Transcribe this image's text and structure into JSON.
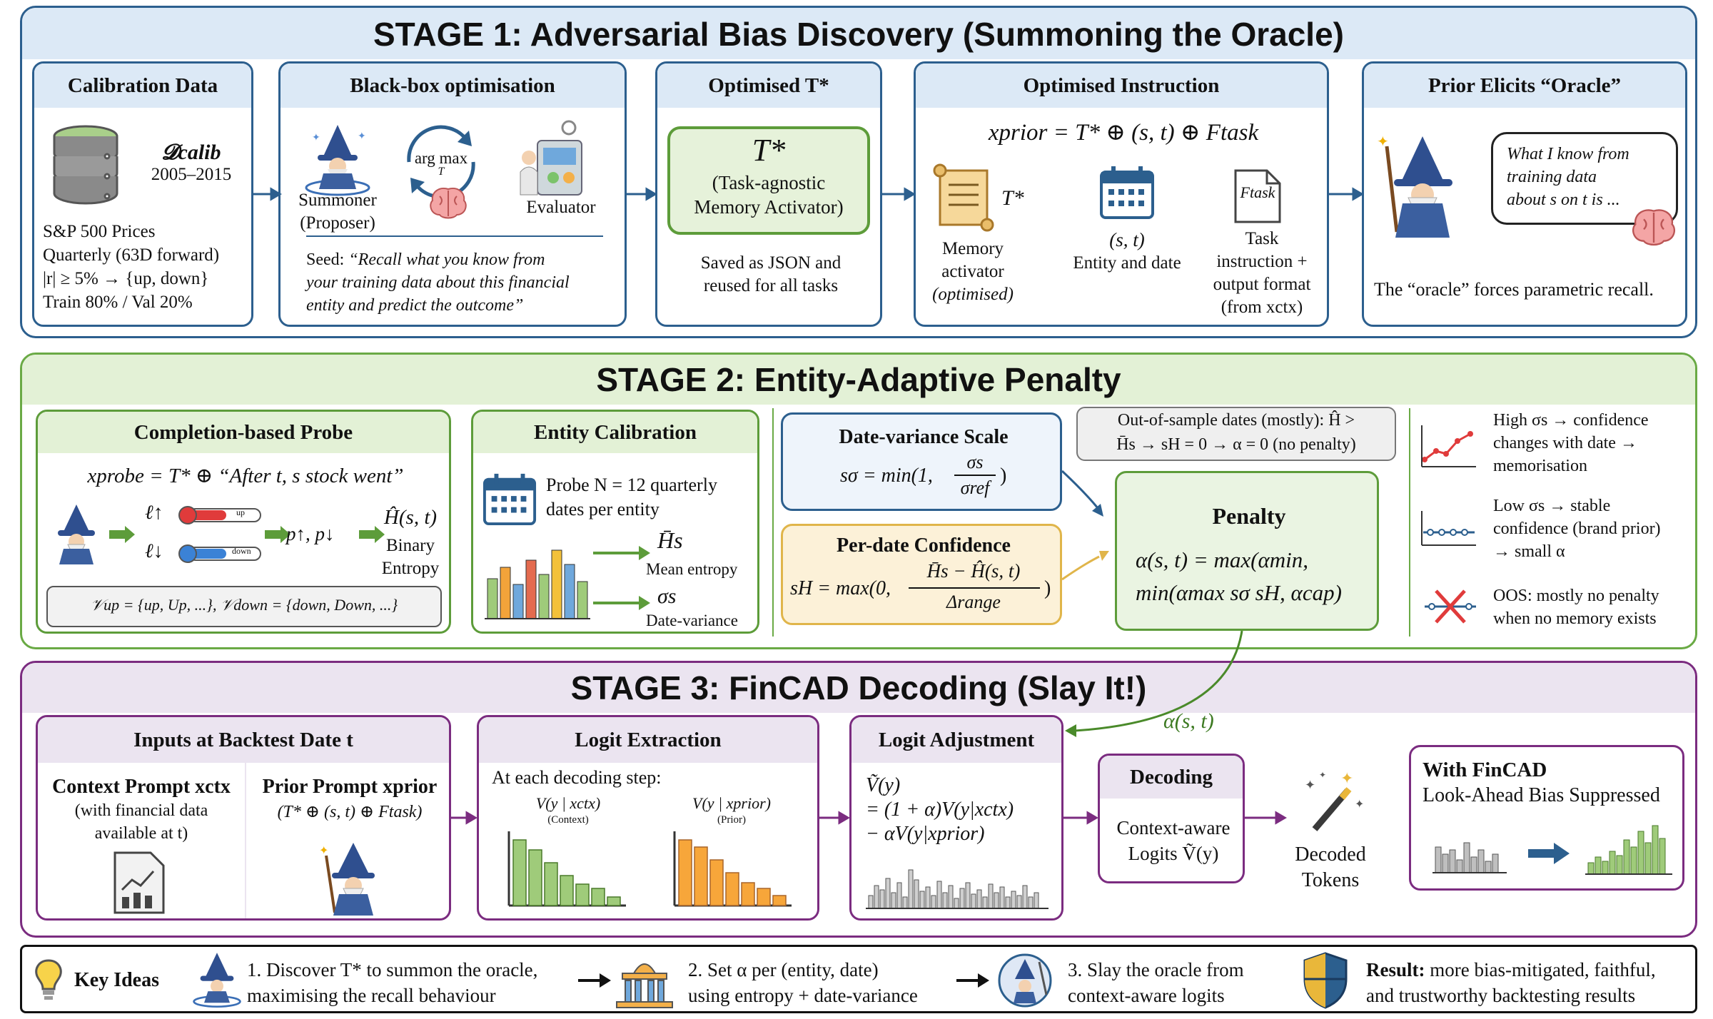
{
  "stage1": {
    "title": "STAGE 1: Adversarial Bias Discovery (Summoning the Oracle)",
    "calib": {
      "head": "Calibration Data",
      "dcalib": "𝓓calib",
      "years": "2005–2015",
      "l1": "S&P 500 Prices",
      "l2": "Quarterly (63D forward)",
      "l3": "|r| ≥ 5%  → {up, down}",
      "l4": "Train 80% / Val 20%"
    },
    "blackbox": {
      "head": "Black-box optimisation",
      "argmax": "arg max",
      "argmax_sub": "T",
      "summoner": "Summoner",
      "proposer": "(Proposer)",
      "evaluator": "Evaluator",
      "seed_label": "Seed:",
      "seed_l1": "“Recall what you know from",
      "seed_l2": "your training data about this financial",
      "seed_l3": "entity and predict the outcome”"
    },
    "optT": {
      "head": "Optimised T*",
      "big": "T*",
      "sub1": "(Task-agnostic",
      "sub2": "Memory Activator)",
      "saved1": "Saved as JSON and",
      "saved2": "reused for all tasks"
    },
    "instr": {
      "head": "Optimised Instruction",
      "formula": "xprior = T* ⊕ (s, t) ⊕ Ftask",
      "tstar": "T*",
      "mem1": "Memory",
      "mem2": "activator",
      "mem3": "(optimised)",
      "st": "(s, t)",
      "entity": "Entity and date",
      "ftask": "Ftask",
      "task1": "Task",
      "task2": "instruction +",
      "task3": "output format",
      "task4": "(from xctx)"
    },
    "prior": {
      "head": "Prior Elicits “Oracle”",
      "bubble1": "What I know from",
      "bubble2": "training data",
      "bubble3": "about s on t is ...",
      "caption": "The “oracle” forces parametric recall."
    }
  },
  "stage2": {
    "title": "STAGE 2: Entity-Adaptive Penalty",
    "probe": {
      "head": "Completion-based Probe",
      "formula": "xprobe = T* ⊕ “After t, s stock went”",
      "ell_up": "ℓ↑",
      "ell_down": "ℓ↓",
      "up_tag": "up",
      "down_tag": "down",
      "p": "p↑, p↓",
      "H": "Ĥ(s, t)",
      "binary": "Binary",
      "entropy": "Entropy",
      "vocab": "𝒱up = {up, Up, ...}, 𝒱down = {down, Down, ...}"
    },
    "entity": {
      "head": "Entity Calibration",
      "probe1": "Probe N = 12 quarterly",
      "probe2": "dates per entity",
      "hs": "H̄s",
      "mean": "Mean entropy",
      "sig": "σs",
      "datevar": "Date-variance"
    },
    "dvs": {
      "head": "Date-variance Scale",
      "formula_left": "sσ = min(1,",
      "num": "σs",
      "den": "σref",
      "close": ")"
    },
    "pdc": {
      "head": "Per-date Confidence",
      "left": "sH = max(0,",
      "num": "H̄s − Ĥ(s, t)",
      "den": "Δrange",
      "close": ")"
    },
    "oos": {
      "l1": "Out-of-sample dates (mostly): Ĥ >",
      "l2": "H̄s → sH = 0 → α = 0 (no penalty)"
    },
    "penalty": {
      "head": "Penalty",
      "l1": "α(s, t) = max(αmin,",
      "l2": "min(αmax sσ sH, αcap)"
    },
    "legend": {
      "high1": "High σs → confidence",
      "high2": "changes with date →",
      "high3": "memorisation",
      "low1": "Low σs → stable",
      "low2": "confidence (brand prior)",
      "low3": "→ small α",
      "oos1": "OOS: mostly no penalty",
      "oos2": "when no memory exists"
    }
  },
  "stage3": {
    "title": "STAGE 3: FinCAD Decoding (Slay It!)",
    "alpha_label": "α(s, t)",
    "inputs": {
      "head": "Inputs at Backtest Date t",
      "ctx_title": "Context Prompt xctx",
      "ctx1": "(with financial data",
      "ctx2": "available at t)",
      "prior_title": "Prior Prompt xprior",
      "prior_sub": "(T* ⊕ (s, t) ⊕ Ftask)"
    },
    "logit": {
      "head": "Logit Extraction",
      "step": "At each decoding step:",
      "v_ctx": "V(y | xctx)",
      "ctx_lbl": "(Context)",
      "v_prior": "V(y | xprior)",
      "prior_lbl": "(Prior)",
      "ctx_values": [
        0.92,
        0.78,
        0.6,
        0.42,
        0.3,
        0.24,
        0.12
      ],
      "prior_values": [
        0.92,
        0.82,
        0.64,
        0.46,
        0.32,
        0.24,
        0.14
      ]
    },
    "adjust": {
      "head": "Logit Adjustment",
      "l1": "Ṽ(y)",
      "l2": "= (1 + α)V(y|xctx)",
      "l3": "− αV(y|xprior)"
    },
    "decoding": {
      "head": "Decoding",
      "l1": "Context-aware",
      "l2": "Logits Ṽ(y)"
    },
    "decoded": {
      "l1": "Decoded",
      "l2": "Tokens"
    },
    "fincad": {
      "head": "With FinCAD",
      "sub": "Look-Ahead Bias Suppressed"
    }
  },
  "key": {
    "label": "Key Ideas",
    "i1a": "1. Discover T* to summon the oracle,",
    "i1b": "maximising the recall behaviour",
    "i2a": "2. Set α per (entity, date)",
    "i2b": "using entropy + date-variance",
    "i3a": "3. Slay the oracle from",
    "i3b": "context-aware logits",
    "result_bold": "Result:",
    "result_a": " more bias-mitigated, faithful,",
    "result_b": "and trustworthy backtesting results"
  },
  "colors": {
    "blue": "#2c5f8e",
    "green": "#5d9c3a",
    "purple": "#7b2c80",
    "orange_box": "#f7a63a",
    "green_bar": "#9fcb7a"
  },
  "icons": [
    "database-icon",
    "wizard-icon",
    "brain-icon",
    "cycle-arrows-icon",
    "computer-icon",
    "scroll-icon",
    "calendar-icon",
    "document-icon",
    "thermometer-icon",
    "bar-chart-icon",
    "magic-wand-icon",
    "lightbulb-icon",
    "temple-icon",
    "shield-icon",
    "cross-icon",
    "line-chart-icon"
  ]
}
